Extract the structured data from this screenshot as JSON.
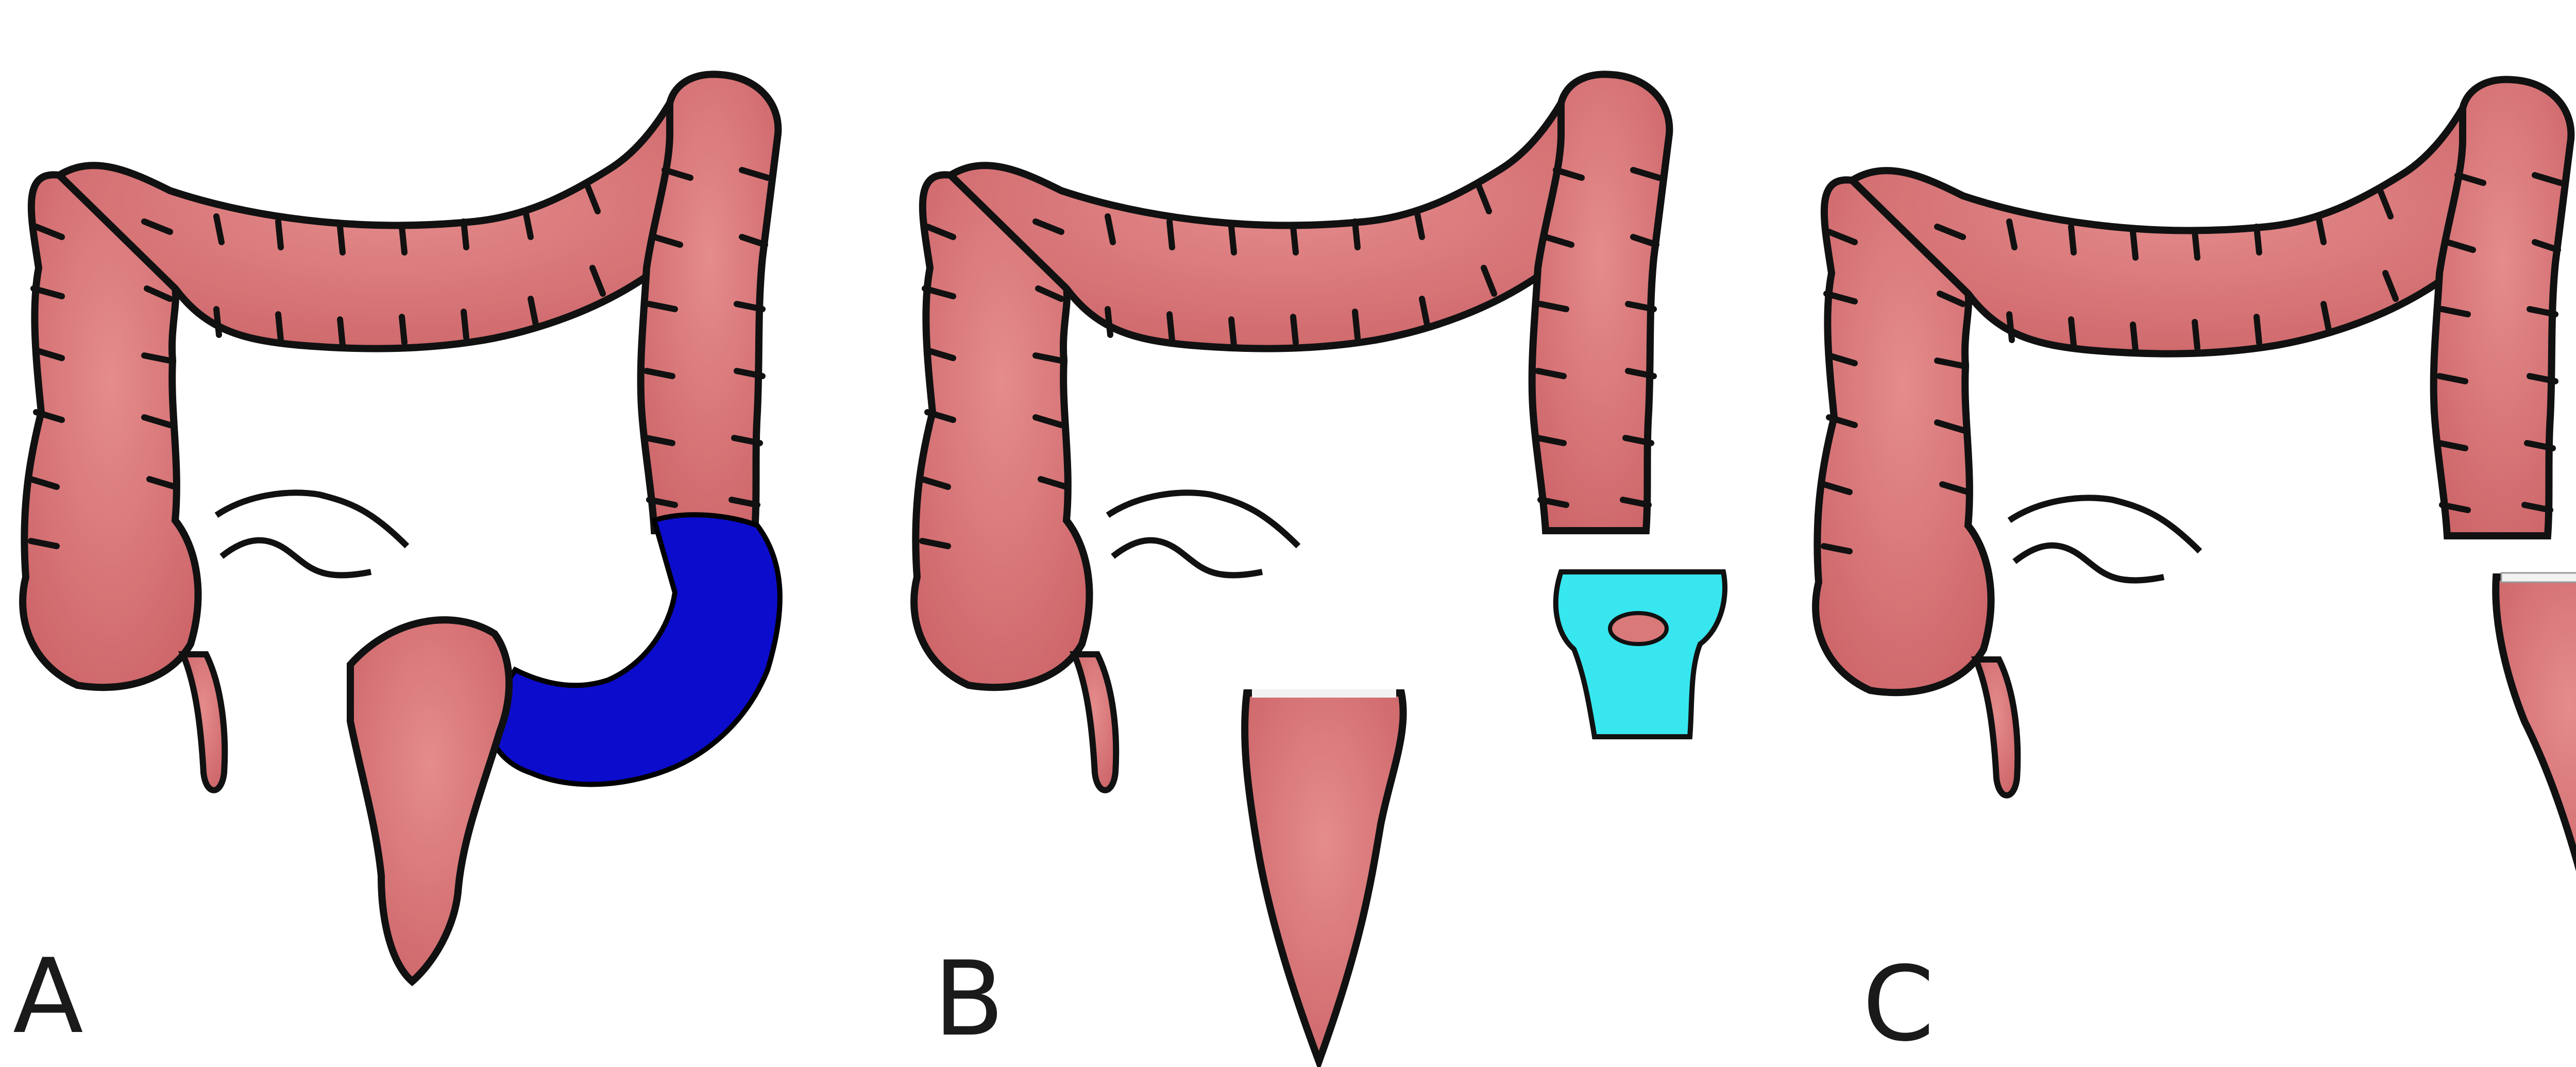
{
  "panels": [
    {
      "label": "A"
    },
    {
      "label": "B"
    },
    {
      "label": "C"
    }
  ],
  "colors": {
    "colon": "#d9797a",
    "colon_dark": "#c65e62",
    "outline": "#111111",
    "diseased_segment": "#0c0ccc",
    "stoma": "#37e6ee",
    "anastomosis_line": "#f2f2f2"
  }
}
